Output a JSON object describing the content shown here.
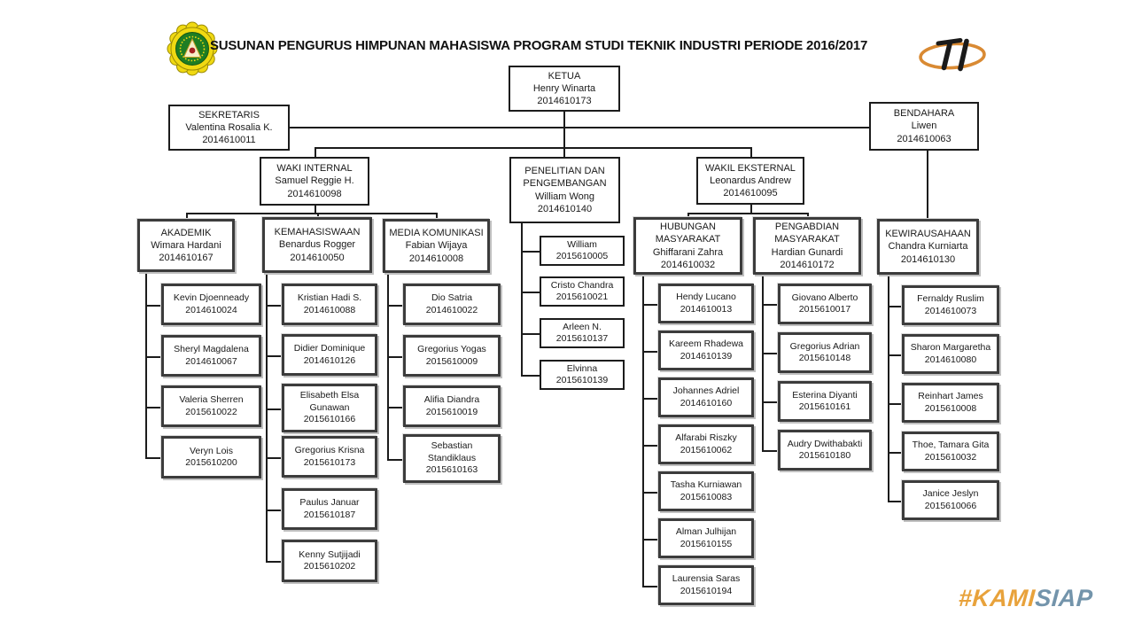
{
  "header": {
    "title": "SUSUNAN PENGURUS HIMPUNAN MAHASISWA PROGRAM STUDI TEKNIK INDUSTRI PERIODE 2016/2017",
    "university_logo": "unpar-emblem",
    "ti_logo_text": "TI",
    "ti_logo_color": "#D98A33"
  },
  "watermark": {
    "prefix": "#KAMI",
    "suffix": "SIAP",
    "prefix_color": "#E8A23B",
    "suffix_color": "#7394AB"
  },
  "org": {
    "ketua": {
      "role": "KETUA",
      "name": "Henry Winarta",
      "id": "2014610173"
    },
    "sekretaris": {
      "role": "SEKRETARIS",
      "name": "Valentina Rosalia K.",
      "id": "2014610011"
    },
    "bendahara": {
      "role": "BENDAHARA",
      "name": "Liwen",
      "id": "2014610063"
    },
    "wakil_internal": {
      "role": "WAKI INTERNAL",
      "name": "Samuel Reggie H.",
      "id": "2014610098"
    },
    "litbang": {
      "role": "PENELITIAN DAN PENGEMBANGAN",
      "name": "William Wong",
      "id": "2014610140",
      "members": [
        {
          "name": "William",
          "id": "2015610005"
        },
        {
          "name": "Cristo Chandra",
          "id": "2015610021"
        },
        {
          "name": "Arleen N.",
          "id": "2015610137"
        },
        {
          "name": "Elvinna",
          "id": "2015610139"
        }
      ]
    },
    "wakil_eksternal": {
      "role": "WAKIL EKSTERNAL",
      "name": "Leonardus Andrew",
      "id": "2014610095"
    },
    "departments": [
      {
        "role": "AKADEMIK",
        "name": "Wimara Hardani",
        "id": "2014610167",
        "members": [
          {
            "name": "Kevin Djoenneady",
            "id": "2014610024"
          },
          {
            "name": "Sheryl Magdalena",
            "id": "2014610067"
          },
          {
            "name": "Valeria Sherren",
            "id": "2015610022"
          },
          {
            "name": "Veryn Lois",
            "id": "2015610200"
          }
        ]
      },
      {
        "role": "KEMAHASISWAAN",
        "name": "Benardus Rogger",
        "id": "2014610050",
        "members": [
          {
            "name": "Kristian Hadi S.",
            "id": "2014610088"
          },
          {
            "name": "Didier Dominique",
            "id": "2014610126"
          },
          {
            "name": "Elisabeth Elsa Gunawan",
            "id": "2015610166"
          },
          {
            "name": "Gregorius Krisna",
            "id": "2015610173"
          },
          {
            "name": "Paulus Januar",
            "id": "2015610187"
          },
          {
            "name": "Kenny Sutjijadi",
            "id": "2015610202"
          }
        ]
      },
      {
        "role": "MEDIA KOMUNIKASI",
        "name": "Fabian Wijaya",
        "id": "2014610008",
        "members": [
          {
            "name": "Dio Satria",
            "id": "2014610022"
          },
          {
            "name": "Gregorius Yogas",
            "id": "2015610009"
          },
          {
            "name": "Alifia Diandra",
            "id": "2015610019"
          },
          {
            "name": "Sebastian Standiklaus",
            "id": "2015610163"
          }
        ]
      },
      {
        "role": "HUBUNGAN MASYARAKAT",
        "name": "Ghiffarani Zahra",
        "id": "2014610032",
        "members": [
          {
            "name": "Hendy Lucano",
            "id": "2014610013"
          },
          {
            "name": "Kareem Rhadewa",
            "id": "2014610139"
          },
          {
            "name": "Johannes Adriel",
            "id": "2014610160"
          },
          {
            "name": "Alfarabi Riszky",
            "id": "2015610062"
          },
          {
            "name": "Tasha Kurniawan",
            "id": "2015610083"
          },
          {
            "name": "Alman Julhijan",
            "id": "2015610155"
          },
          {
            "name": "Laurensia Saras",
            "id": "2015610194"
          }
        ]
      },
      {
        "role": "PENGABDIAN MASYARAKAT",
        "name": "Hardian Gunardi",
        "id": "2014610172",
        "members": [
          {
            "name": "Giovano Alberto",
            "id": "2015610017"
          },
          {
            "name": "Gregorius Adrian",
            "id": "2015610148"
          },
          {
            "name": "Esterina Diyanti",
            "id": "2015610161"
          },
          {
            "name": "Audry Dwithabakti",
            "id": "2015610180"
          }
        ]
      },
      {
        "role": "KEWIRAUSAHAAN",
        "name": "Chandra Kurniarta",
        "id": "2014610130",
        "members": [
          {
            "name": "Fernaldy Ruslim",
            "id": "2014610073"
          },
          {
            "name": "Sharon Margaretha",
            "id": "2014610080"
          },
          {
            "name": "Reinhart James",
            "id": "2015610008"
          },
          {
            "name": "Thoe, Tamara Gita",
            "id": "2015610032"
          },
          {
            "name": "Janice Jeslyn",
            "id": "2015610066"
          }
        ]
      }
    ]
  }
}
